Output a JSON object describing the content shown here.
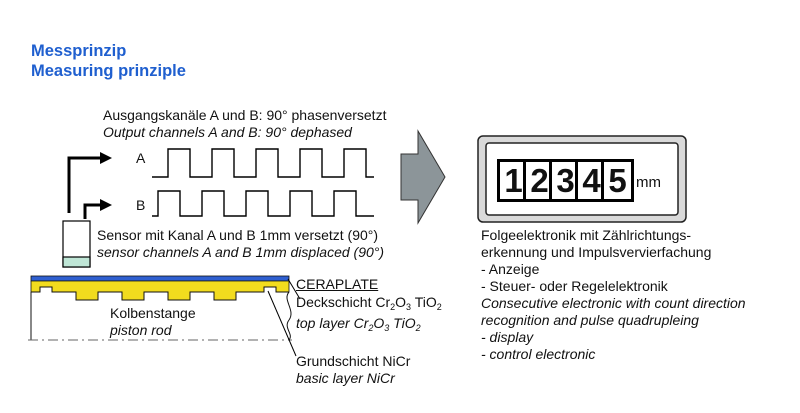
{
  "heading": {
    "line1": "Messprinzip",
    "line2": "Measuring prinziple"
  },
  "output_channels": {
    "de": "Ausgangskanäle A und B: 90° phasenversetzt",
    "en": "Output channels A and B: 90° dephased",
    "label_a": "A",
    "label_b": "B"
  },
  "sensor": {
    "de": "Sensor mit Kanal  A und B 1mm versetzt (90°)",
    "en": "sensor channels A and B 1mm displaced (90°)"
  },
  "layers": {
    "ceraplate": "CERAPLATE",
    "top_de_prefix": "Deckschicht Cr",
    "top_en_prefix": "top layer Cr",
    "sub_2": "2",
    "sub_3": "3",
    "tio": " TiO",
    "o": "O",
    "basic_de": "Grundschicht NiCr",
    "basic_en": "basic layer NiCr"
  },
  "rod": {
    "de": "Kolbenstange",
    "en": "piston rod"
  },
  "display": {
    "digits": [
      "1",
      "2",
      "3",
      "4",
      "5"
    ],
    "unit": "mm"
  },
  "electronics": {
    "lines": [
      "Folgeelektronik mit Zählrichtungs-",
      "erkennung und Impulsvervierfachung",
      "- Anzeige",
      "- Steuer- oder Regelelektronik"
    ],
    "lines_en": [
      "Consecutive electronic with count direction",
      "recognition and pulse quadrupleing",
      "- display",
      "- control electronic"
    ]
  },
  "colors": {
    "heading": "#1f5fcf",
    "top_layer": "#2f5fd0",
    "base_layer": "#f2dc1e",
    "sensor_tip": "#bfe6d6",
    "arrow": "#8c9599",
    "display_frame": "#d9d9d9"
  }
}
